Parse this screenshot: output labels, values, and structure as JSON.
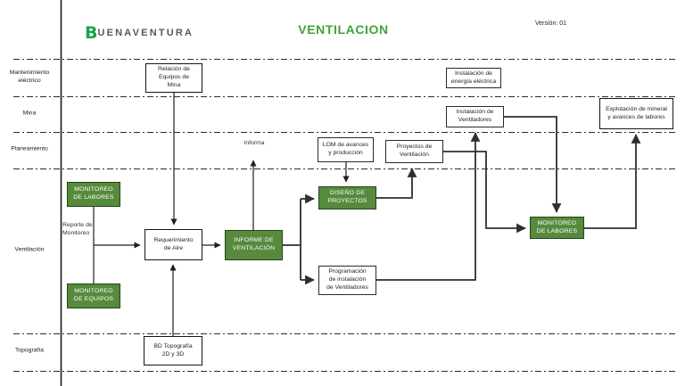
{
  "header": {
    "logo_b": "B",
    "logo_rest": "UENAVENTURA",
    "title": "VENTILACION",
    "version_label": "Versión: 01"
  },
  "lanes": [
    {
      "label": "Mantenimiento\neléctrico"
    },
    {
      "label": "Mina"
    },
    {
      "label": "Planeamiento"
    },
    {
      "label": "Ventilación"
    },
    {
      "label": "Topografía"
    }
  ],
  "nodes": {
    "relacion_equipos": {
      "label": "Relación de\nEquipos de\nMina"
    },
    "instalacion_energia": {
      "label": "Instalación de\nenergía eléctrica"
    },
    "instalacion_ventiladores": {
      "label": "Instalación de\nVentiladores"
    },
    "explotacion_mineral": {
      "label": "Explotación de mineral\ny avances de labores"
    },
    "lom_avances": {
      "label": "LOM de avances\ny producción"
    },
    "proyectos_ventilacion": {
      "label": "Proyectos de\nVentilación"
    },
    "monitoreo_labores_izq": {
      "label": "MONITOREO\nDE LABORES"
    },
    "monitoreo_equipos": {
      "label": "MONITOREO\nDE EQUIPOS"
    },
    "requerimiento_aire": {
      "label": "Requerimiento\nde Aire"
    },
    "informe_ventilacion": {
      "label": "INFORME DE\nVENTILACIÓN"
    },
    "diseno_proyectos": {
      "label": "DISEÑO DE\nPROYECTOS"
    },
    "programacion_instalacion": {
      "label": "Programación\nde instalación\nde Ventiladores"
    },
    "monitoreo_labores_der": {
      "label": "MONITOREO\nDE LABORES"
    },
    "bd_topografia": {
      "label": "BD Topografía\n2D y 3D"
    }
  },
  "annotations": {
    "informa": "Informa",
    "reporte_monitoreo": "Reporte de\nMonitoreo"
  },
  "colors": {
    "accent_green_title": "#3fa43c",
    "logo_green": "#1ba24d",
    "node_green_fill": "#578a3d",
    "node_green_border": "#25431a",
    "line": "#2b2b2b"
  }
}
